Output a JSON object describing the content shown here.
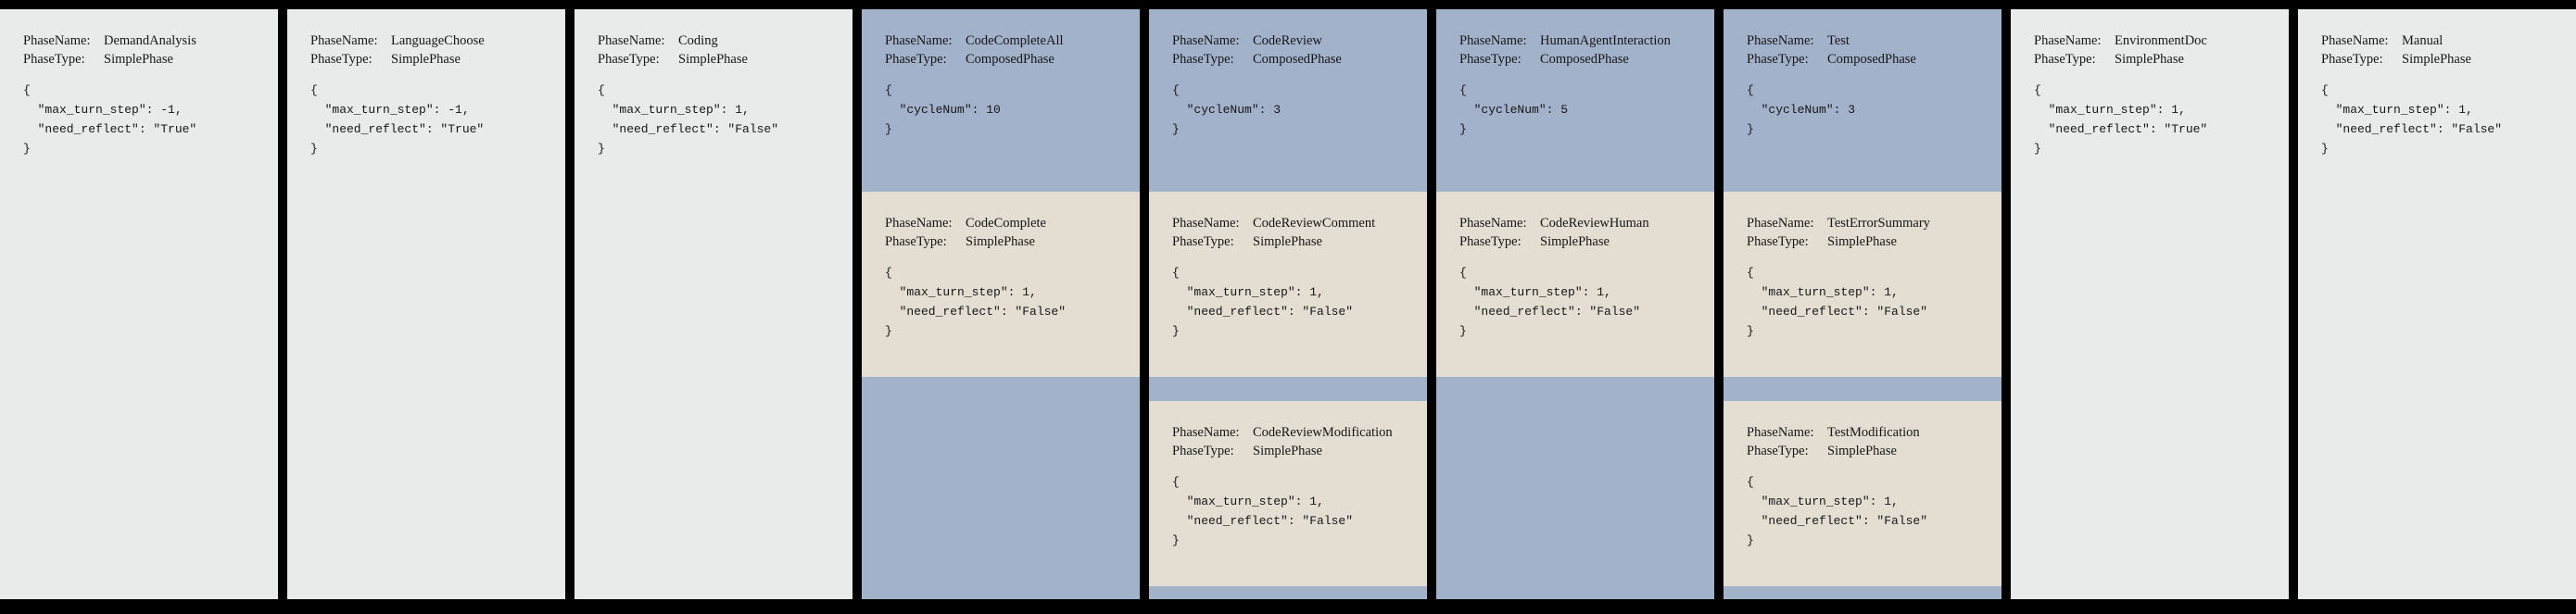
{
  "labels": {
    "phase_name": "PhaseName:",
    "phase_type": "PhaseType:"
  },
  "colors": {
    "bg_black": "#000000",
    "simple_bg": "#e8ebea",
    "composed_bg": "#a2b2cb",
    "subphase_bg": "#e3ddd2",
    "text": "#161616"
  },
  "phases": [
    {
      "name": "DemandAnalysis",
      "type": "SimplePhase",
      "config": {
        "max_turn_step": -1,
        "need_reflect": "True"
      },
      "config_text": "{\n  \"max_turn_step\": -1,\n  \"need_reflect\": \"True\"\n}"
    },
    {
      "name": "LanguageChoose",
      "type": "SimplePhase",
      "config": {
        "max_turn_step": -1,
        "need_reflect": "True"
      },
      "config_text": "{\n  \"max_turn_step\": -1,\n  \"need_reflect\": \"True\"\n}"
    },
    {
      "name": "Coding",
      "type": "SimplePhase",
      "config": {
        "max_turn_step": 1,
        "need_reflect": "False"
      },
      "config_text": "{\n  \"max_turn_step\": 1,\n  \"need_reflect\": \"False\"\n}"
    },
    {
      "name": "CodeCompleteAll",
      "type": "ComposedPhase",
      "config": {
        "cycleNum": 10
      },
      "config_text": "{\n  \"cycleNum\": 10\n}",
      "children": [
        {
          "name": "CodeComplete",
          "type": "SimplePhase",
          "config": {
            "max_turn_step": 1,
            "need_reflect": "False"
          },
          "config_text": "{\n  \"max_turn_step\": 1,\n  \"need_reflect\": \"False\"\n}"
        }
      ]
    },
    {
      "name": "CodeReview",
      "type": "ComposedPhase",
      "config": {
        "cycleNum": 3
      },
      "config_text": "{\n  \"cycleNum\": 3\n}",
      "children": [
        {
          "name": "CodeReviewComment",
          "type": "SimplePhase",
          "config": {
            "max_turn_step": 1,
            "need_reflect": "False"
          },
          "config_text": "{\n  \"max_turn_step\": 1,\n  \"need_reflect\": \"False\"\n}"
        },
        {
          "name": "CodeReviewModification",
          "type": "SimplePhase",
          "config": {
            "max_turn_step": 1,
            "need_reflect": "False"
          },
          "config_text": "{\n  \"max_turn_step\": 1,\n  \"need_reflect\": \"False\"\n}"
        }
      ]
    },
    {
      "name": "HumanAgentInteraction",
      "type": "ComposedPhase",
      "config": {
        "cycleNum": 5
      },
      "config_text": "{\n  \"cycleNum\": 5\n}",
      "children": [
        {
          "name": "CodeReviewHuman",
          "type": "SimplePhase",
          "config": {
            "max_turn_step": 1,
            "need_reflect": "False"
          },
          "config_text": "{\n  \"max_turn_step\": 1,\n  \"need_reflect\": \"False\"\n}"
        }
      ]
    },
    {
      "name": "Test",
      "type": "ComposedPhase",
      "config": {
        "cycleNum": 3
      },
      "config_text": "{\n  \"cycleNum\": 3\n}",
      "children": [
        {
          "name": "TestErrorSummary",
          "type": "SimplePhase",
          "config": {
            "max_turn_step": 1,
            "need_reflect": "False"
          },
          "config_text": "{\n  \"max_turn_step\": 1,\n  \"need_reflect\": \"False\"\n}"
        },
        {
          "name": "TestModification",
          "type": "SimplePhase",
          "config": {
            "max_turn_step": 1,
            "need_reflect": "False"
          },
          "config_text": "{\n  \"max_turn_step\": 1,\n  \"need_reflect\": \"False\"\n}"
        }
      ]
    },
    {
      "name": "EnvironmentDoc",
      "type": "SimplePhase",
      "config": {
        "max_turn_step": 1,
        "need_reflect": "True"
      },
      "config_text": "{\n  \"max_turn_step\": 1,\n  \"need_reflect\": \"True\"\n}"
    },
    {
      "name": "Manual",
      "type": "SimplePhase",
      "config": {
        "max_turn_step": 1,
        "need_reflect": "False"
      },
      "config_text": "{\n  \"max_turn_step\": 1,\n  \"need_reflect\": \"False\"\n}"
    }
  ]
}
